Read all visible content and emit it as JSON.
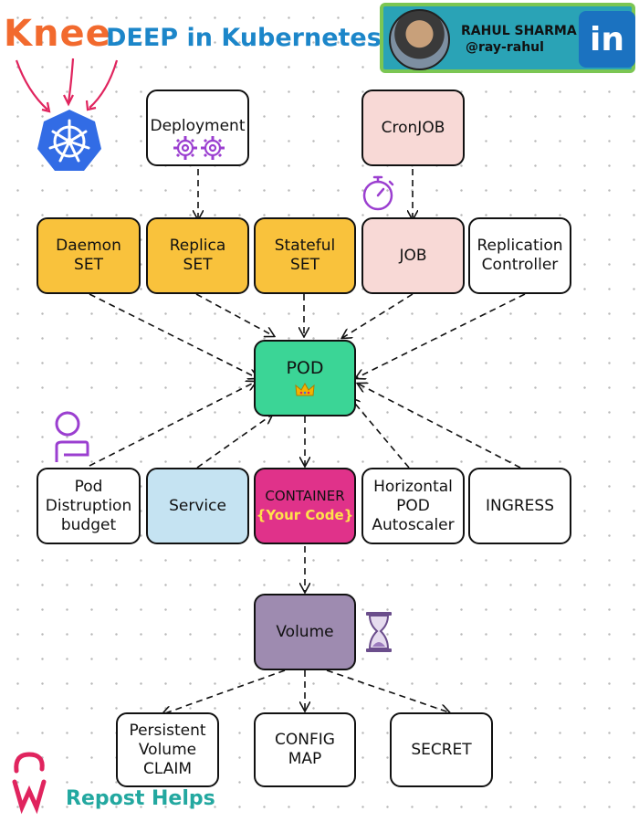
{
  "header": {
    "title_part1": "Knee",
    "title_part2": "DEEP in Kubernetes"
  },
  "profile": {
    "name": "RAHUL SHARMA",
    "handle": "@ray-rahul",
    "network": "in"
  },
  "nodes": {
    "deployment": "Deployment",
    "cronjob": "CronJOB",
    "daemonset": "Daemon\nSET",
    "replicaset": "Replica\nSET",
    "statefulset": "Stateful\nSET",
    "job": "JOB",
    "replication_controller": "Replication\nController",
    "pod": "POD",
    "pdb": "Pod\nDistruption\nbudget",
    "service": "Service",
    "container": "CONTAINER",
    "container_sub": "{Your Code}",
    "hpa": "Horizontal\nPOD\nAutoscaler",
    "ingress": "INGRESS",
    "volume": "Volume",
    "pvc": "Persistent\nVolume\nCLAIM",
    "configmap": "CONFIG\nMAP",
    "secret": "SECRET"
  },
  "footer": {
    "brand": "Repost Helps"
  },
  "colors": {
    "knee": "#f26a2e",
    "title": "#1c86c9",
    "yellow": "#f9c23c",
    "pink": "#f8d9d6",
    "green": "#3bd596",
    "blue": "#c5e3f2",
    "magenta": "#e0328a",
    "purple": "#9e8bb0",
    "profile_bg": "#2aa3b6",
    "profile_border": "#7bc653"
  },
  "icons": [
    "kubernetes-helm-icon",
    "gears-icon",
    "stopwatch-icon",
    "crown-icon",
    "person-icon",
    "hourglass-icon",
    "repost-logo-icon"
  ]
}
